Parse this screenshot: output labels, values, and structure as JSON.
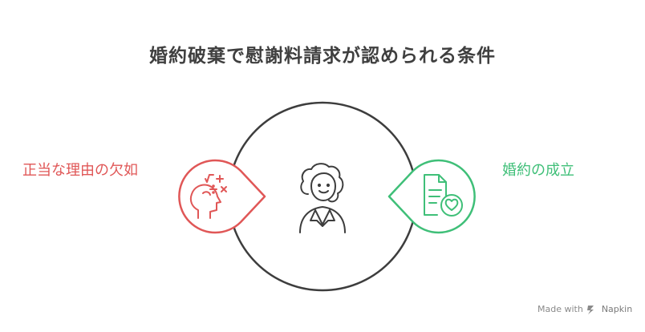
{
  "title": "婚約破棄で慰謝料請求が認められる条件",
  "center": {
    "icon": "judge-icon"
  },
  "left_node": {
    "label": "正当な理由の欠如",
    "icon": "head-thinking-math-icon",
    "color": "#e05757"
  },
  "right_node": {
    "label": "婚約の成立",
    "icon": "document-heart-icon",
    "color": "#3fbf78"
  },
  "footer": {
    "made_with": "Made with",
    "brand": "Napkin"
  },
  "colors": {
    "outline": "#3d3d3d",
    "text": "#3f3f3f"
  }
}
